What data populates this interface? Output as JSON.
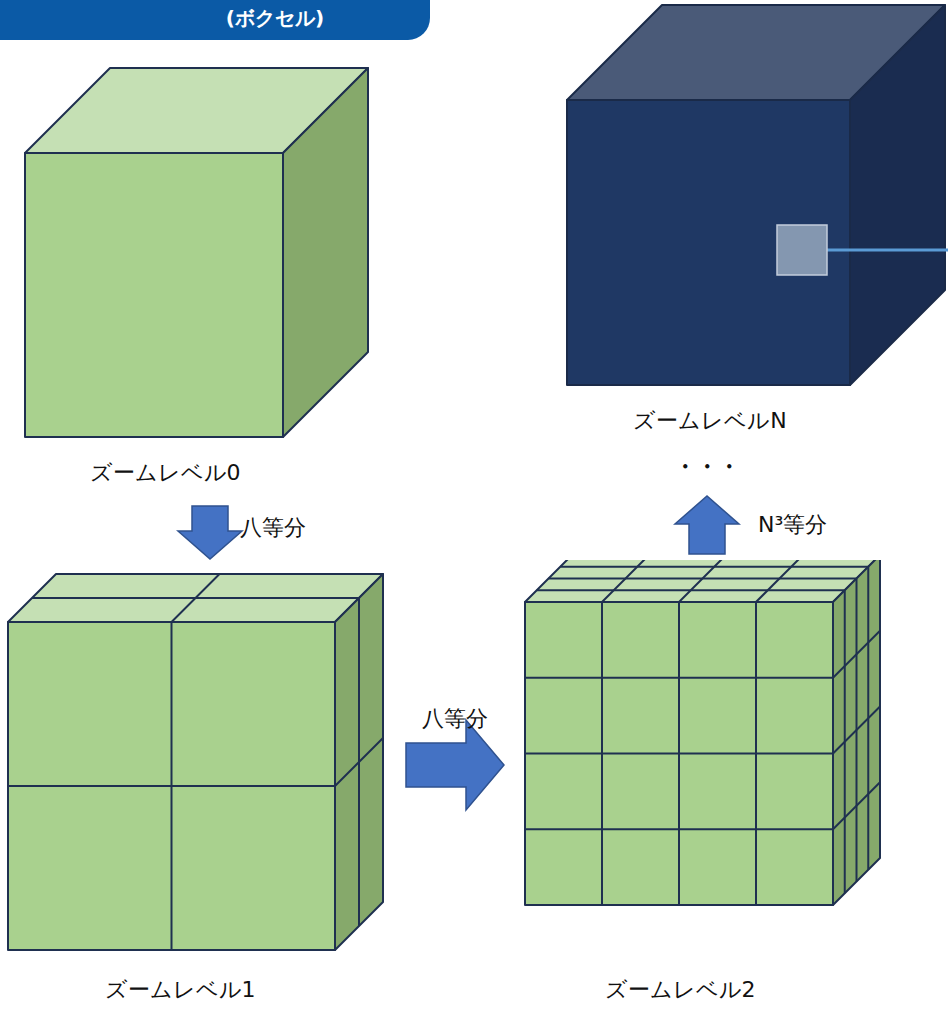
{
  "diagram": {
    "title": "(ボクセル)",
    "nodes": [
      {
        "text": [
          "ズームレベル0"
        ]
      },
      {
        "text": [
          "ズームレベル1"
        ]
      },
      {
        "text": [
          "ズームレベル2"
        ]
      },
      {
        "text": [
          "ズームレベルN"
        ]
      }
    ],
    "edges": [
      {
        "from": 0,
        "to": 1,
        "arrow": "to",
        "label": "八等分"
      },
      {
        "from": 1,
        "to": 2,
        "arrow": "to",
        "label": "八等分"
      },
      {
        "from": 2,
        "to": 3,
        "arrow": "to",
        "label": "N³等分"
      }
    ],
    "labels": [
      "・・・"
    ]
  }
}
